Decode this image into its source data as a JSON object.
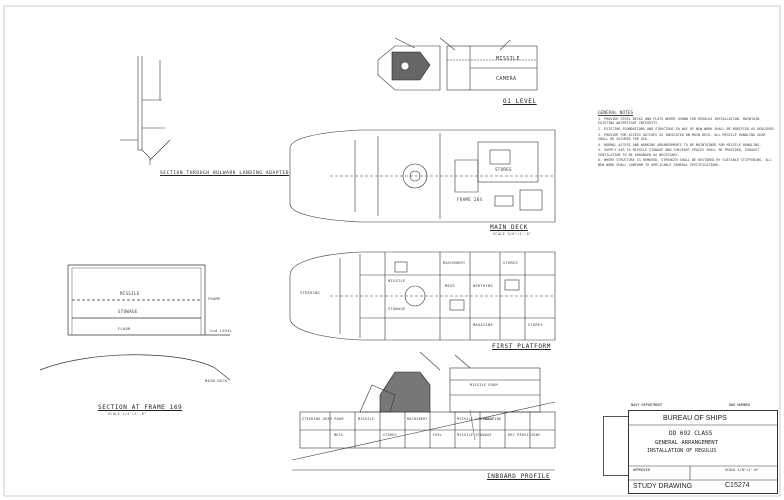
{
  "drawing": {
    "views": {
      "o1_level": "O1 LEVEL",
      "main_deck": "MAIN DECK",
      "first_platform": "FIRST PLATFORM",
      "inboard_profile": "INBOARD PROFILE",
      "section_frame": "SECTION AT FRAME 169",
      "section_frame_scale": "SCALE 1/4\"=1'-0\"",
      "section_bulwark": "SECTION THROUGH BULWARK LANDING ADAPTED",
      "scale_note": "SCALE 3/8\"=1'-0\""
    },
    "o1_labels": [
      "MISSILE",
      "CAMERA"
    ],
    "main_deck_labels": [
      "FRAME 284",
      "STORES"
    ],
    "first_platform_labels": [
      "STEERING",
      "MISSILE",
      "STOWAGE",
      "MACHINERY",
      "MESS",
      "BERTHING",
      "STORES",
      "MAGAZINE",
      "STORES"
    ],
    "profile_labels": [
      "STEERING GEAR ROOM",
      "MESS",
      "MISSILE",
      "STORES",
      "MACHINERY",
      "FUEL",
      "MISSILE CHECKOUT",
      "MISSILE STOWAGE",
      "MAGAZINE",
      "DRY PROVISIONS",
      "MISSILE ROOM"
    ],
    "section_labels": [
      "MISSILE",
      "STOWAGE",
      "FRAME",
      "2nd LEVEL",
      "FLOOR",
      "MAIN DECK"
    ],
    "notes": {
      "heading": "GENERAL NOTES",
      "items": [
        "1. PROVIDE STEEL DECKS AND FLATS WHERE SHOWN FOR REGULUS INSTALLATION. MAINTAIN EXISTING WATERTIGHT INTEGRITY.",
        "2. EXISTING FOUNDATIONS AND STRUCTURE IN WAY OF NEW WORK SHALL BE MODIFIED AS REQUIRED.",
        "3. PROVIDE FOR ACCESS HATCHES AS INDICATED ON MAIN DECK. ALL MISSILE HANDLING GEAR SHALL BE SECURED FOR SEA.",
        "4. NORMAL ACCESS AND WORKING ARRANGEMENTS TO BE MAINTAINED FOR MISSILE HANDLING.",
        "5. SUPPLY AIR TO MISSILE STOWAGE AND CHECKOUT SPACES SHALL BE PROVIDED. EXHAUST VENTILATION TO BE ARRANGED AS NECESSARY.",
        "6. WHERE STRUCTURE IS REMOVED, STRENGTH SHALL BE RESTORED BY SUITABLE STIFFENING. ALL NEW WORK SHALL CONFORM TO APPLICABLE GENERAL SPECIFICATIONS."
      ]
    },
    "title_block": {
      "navy_dept": "NAVY DEPARTMENT",
      "dwg_number_hdr": "DWG NUMBER",
      "bureau": "BUREAU OF SHIPS",
      "class": "DD 692 CLASS",
      "title1": "GENERAL ARRANGEMENT",
      "title2": "INSTALLATION OF REGULUS",
      "study": "STUDY DRAWING",
      "number": "C15274",
      "approved": "APPROVED",
      "scale": "SCALE 1/8\"=1'-0\""
    }
  }
}
